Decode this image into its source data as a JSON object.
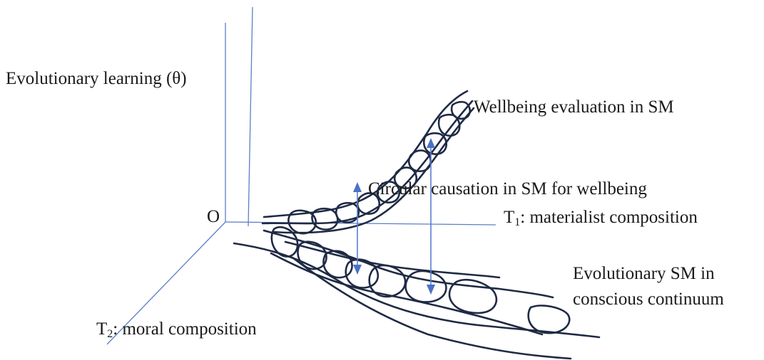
{
  "labels": {
    "y_axis": "Evolutionary learning (θ)",
    "origin": "O",
    "t1_prefix": "T",
    "t1_sub": "1",
    "t1_text": ": materialist composition",
    "t2_prefix": "T",
    "t2_sub": "2",
    "t2_text": ": moral composition",
    "wellbeing": "Wellbeing evaluation in SM",
    "circular": "Circular causation in SM for wellbeing",
    "evol_line1": "Evolutionary SM in",
    "evol_line2": "conscious continuum"
  },
  "colors": {
    "axis": "#5b7fc7",
    "ink": "#1f2a44",
    "arrow": "#4a72c6",
    "text": "#1a1a1a"
  }
}
